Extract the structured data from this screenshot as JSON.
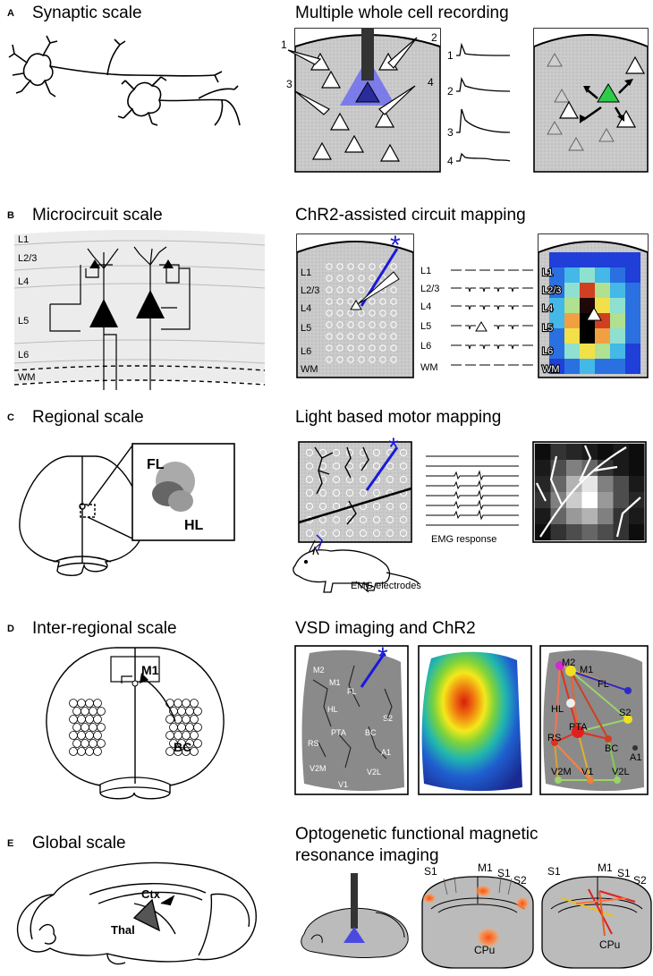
{
  "panels": {
    "A": {
      "letter": "A",
      "left_title": "Synaptic scale",
      "right_title": "Multiple whole cell recording",
      "electrode_labels": [
        "1",
        "2",
        "3",
        "4"
      ],
      "trace_labels": [
        "1",
        "2",
        "3",
        "4"
      ]
    },
    "B": {
      "letter": "B",
      "left_title": "Microcircuit scale",
      "right_title": "ChR2-assisted circuit mapping",
      "layers": [
        "L1",
        "L2/3",
        "L4",
        "L5",
        "L6",
        "WM"
      ]
    },
    "C": {
      "letter": "C",
      "left_title": "Regional scale",
      "right_title": "Light based motor mapping",
      "fl_label": "FL",
      "hl_label": "HL",
      "emg_response": "EMG response",
      "emg_electrodes": "EMG electrodes"
    },
    "D": {
      "letter": "D",
      "left_title": "Inter-regional scale",
      "right_title": "VSD imaging and ChR2",
      "m1_label": "M1",
      "bc_label": "BC",
      "map_areas": [
        "M2",
        "M1",
        "FL",
        "HL",
        "S2",
        "PTA",
        "BC",
        "RS",
        "A1",
        "V2M",
        "V2L",
        "V1"
      ]
    },
    "E": {
      "letter": "E",
      "left_title": "Global scale",
      "right_title_line1": "Optogenetic functional magnetic",
      "right_title_line2": "resonance imaging",
      "ctx_label": "Ctx",
      "thal_label": "Thal",
      "slice1_labels": [
        "S1",
        "M1",
        "S1",
        "S2",
        "CPu"
      ],
      "slice2_labels": [
        "S1",
        "M1",
        "S1",
        "S2",
        "CPu"
      ]
    }
  }
}
